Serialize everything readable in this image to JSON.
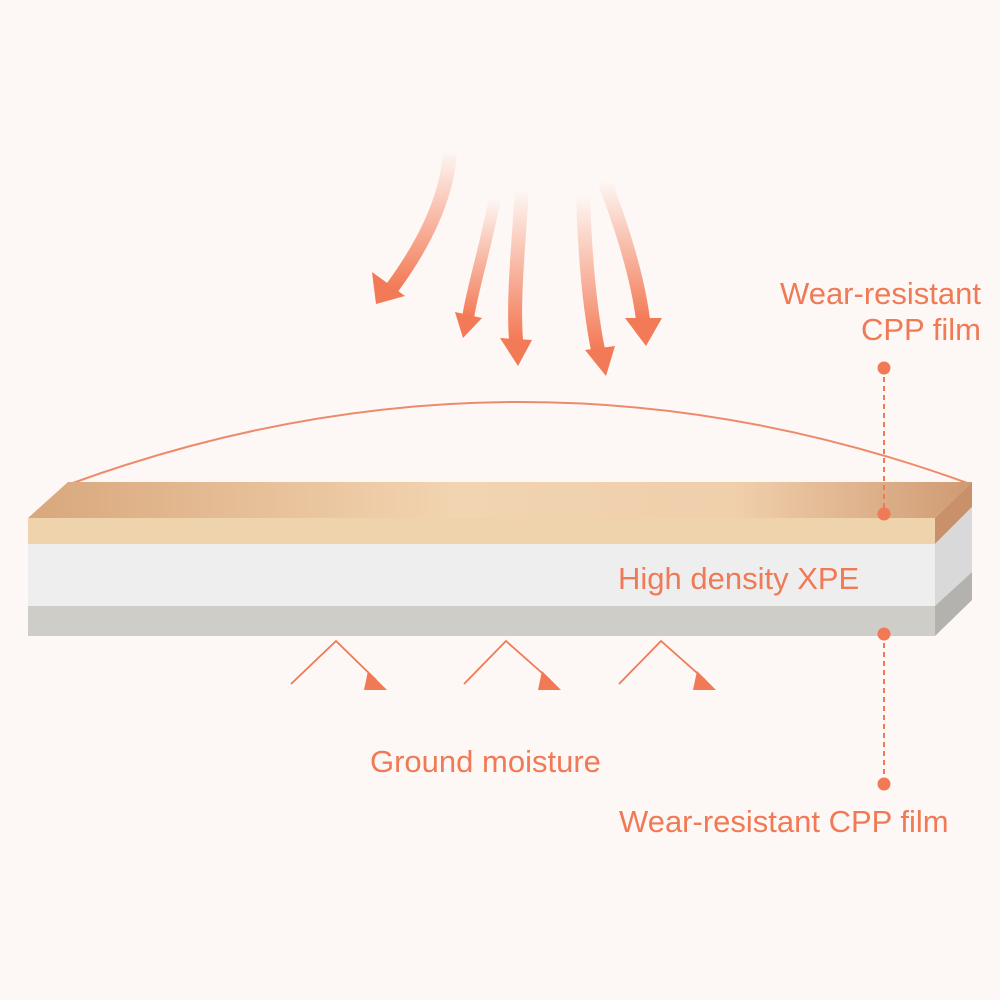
{
  "labels": {
    "top_film_line1": "Wear-resistant",
    "top_film_line2": "CPP film",
    "middle_layer": "High density XPE",
    "ground_moisture": "Ground moisture",
    "bottom_film": "Wear-resistant CPP film"
  },
  "colors": {
    "background": "#fdf8f5",
    "accent": "#f07a55",
    "top_film": "#e8c39a",
    "xpe_layer": "#eeeeee",
    "bottom_film": "#cfcdc8"
  },
  "icons": {
    "heat_arrows": "curved-down-arrow",
    "moisture_arrows": "bent-arrow"
  }
}
